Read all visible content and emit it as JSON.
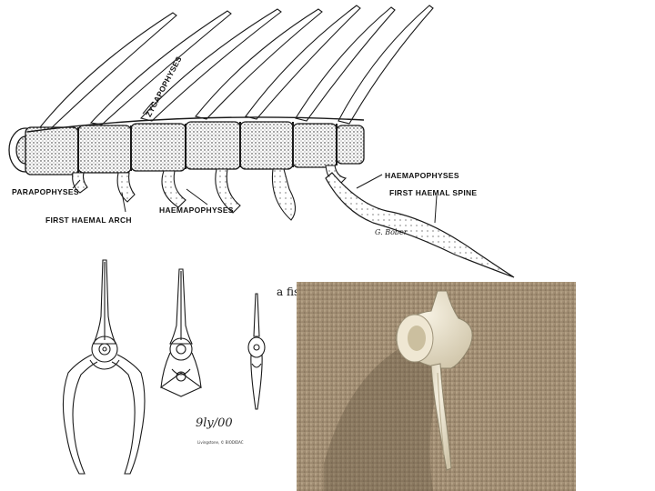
{
  "labels": {
    "zygapophyses": "ZYGAPOPHYSES",
    "parapophyses": "PARAPOPHYSES",
    "first_haemal_arch": "FIRST HAEMAL ARCH",
    "haemapophyses_lower": "HAEMAPOPHYSES",
    "haemapophyses_right": "HAEMAPOPHYSES",
    "first_haemal_spine": "FIRST HAEMAL SPINE"
  },
  "illustrator_signature": "G. Bober",
  "cross_section_signature": "9ly/00",
  "cross_section_credit": "Livingstone, © BIODIDAC",
  "clipped_caption": "a fis",
  "colors": {
    "ink": "#1a1a1a",
    "sand": "#a08c72",
    "bone": "#e9e2cf"
  }
}
